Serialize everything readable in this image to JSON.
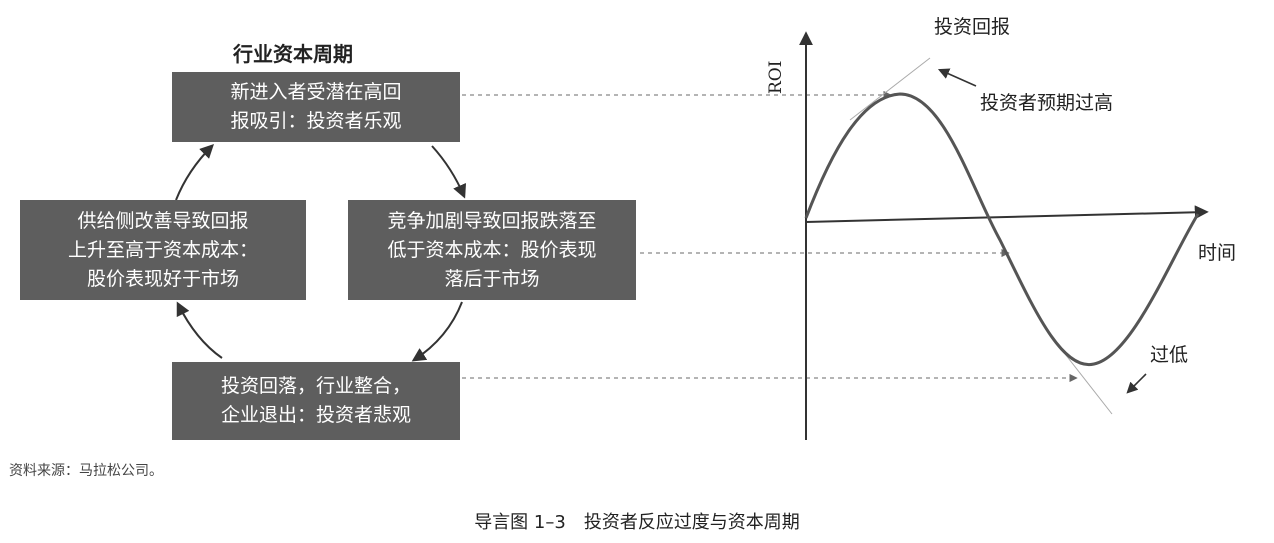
{
  "cycle": {
    "title": "行业资本周期",
    "boxes": [
      {
        "lines": [
          "新进入者受潜在高回",
          "报吸引：投资者乐观"
        ]
      },
      {
        "lines": [
          "竞争加剧导致回报跌落至",
          "低于资本成本：股价表现",
          "落后于市场"
        ]
      },
      {
        "lines": [
          "投资回落，行业整合，",
          "企业退出：投资者悲观"
        ]
      },
      {
        "lines": [
          "供给侧改善导致回报",
          "上升至高于资本成本：",
          "股价表现好于市场"
        ]
      }
    ]
  },
  "graph": {
    "y_axis_label": "ROI",
    "x_axis_label": "时间",
    "curve_label": "投资回报",
    "peak_annotation": "投资者预期过高",
    "trough_annotation": "过低"
  },
  "source": "资料来源：马拉松公司。",
  "caption": "导言图 1–3　投资者反应过度与资本周期",
  "colors": {
    "box": "#5e5e5e",
    "line": "#333333",
    "dash": "#888888"
  }
}
